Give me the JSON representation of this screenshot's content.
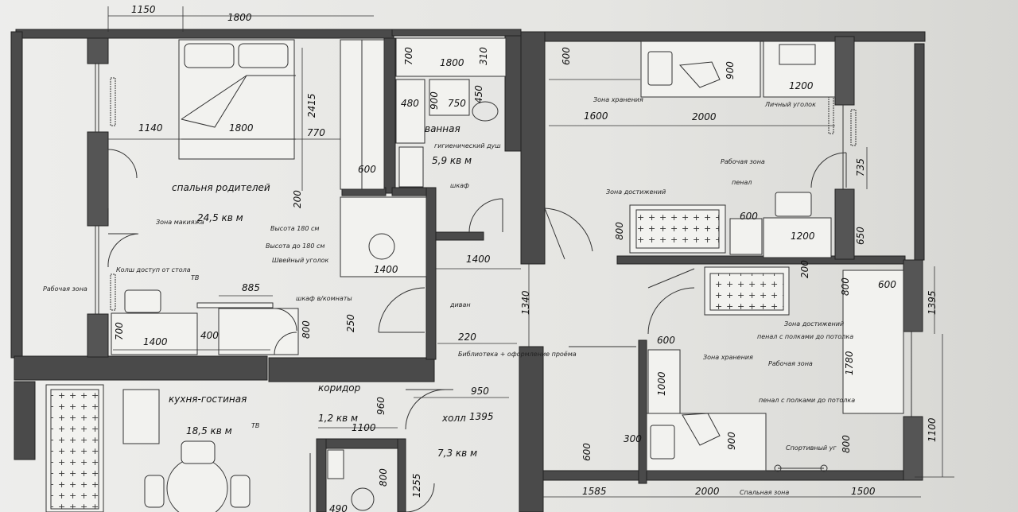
{
  "rooms": {
    "parents_bedroom": {
      "name": "спальня родителей",
      "area": "24,5 кв м"
    },
    "bathroom": {
      "name": "ванная",
      "area": "5,9 кв м"
    },
    "kitchen_living": {
      "name": "кухня-гостиная",
      "area": "18,5 кв м"
    },
    "corridor": {
      "name": "коридор",
      "area": "1,2 кв м"
    },
    "hall": {
      "name": "холл",
      "area": "7,3 кв м"
    }
  },
  "zones": {
    "storage_top": "Зона хранения",
    "desk_corner": "Личный уголок",
    "work_zone_right": "Рабочая зона",
    "cabinet": "пенал",
    "rest_zone": "Зона достижений",
    "makeup_zone": "Зона макияжа",
    "height_180": "Высота 180 см",
    "height_to_180": "Высота до 180 см",
    "shoe_corner": "Швейный уголок",
    "hygienic_shower": "гигиенический душ",
    "wardrobe": "шкаф",
    "sofa": "диван",
    "table_access": "Колш доступ от стола",
    "tv_left": "ТВ",
    "work_zone_left": "Рабочая зона",
    "wardrobe_hall": "шкаф в/комнаты",
    "library": "Библиотека + оформление проёма",
    "tv_kitchen": "ТВ",
    "rest_zone_lower": "Зона достижений",
    "cabinet_shelves_1": "пенал с полками до потолка",
    "work_zone_lower": "Рабочая зона",
    "storage_lower": "Зона хранения",
    "cabinet_shelves_2": "пенал с полками до потолка",
    "sport_corner": "Спортивный уг",
    "sleep_zone": "Спальная зона"
  },
  "dimensions": {
    "d1150": "1150",
    "d1800_top": "1800",
    "d700": "700",
    "d1800_bath": "1800",
    "d310": "310",
    "d480": "480",
    "d900_bath": "900",
    "d750": "750",
    "d450": "450",
    "d1140": "1140",
    "d1800_bed": "1800",
    "d2415": "2415",
    "d770": "770",
    "d600_a": "600",
    "d200_a": "200",
    "d1400_a": "1400",
    "d1400_b": "1400",
    "d885": "885",
    "d700_b": "700",
    "d1400_c": "1400",
    "d400": "400",
    "d800_a": "800",
    "d250": "250",
    "d220": "220",
    "d1340": "1340",
    "d600_tr": "600",
    "d900_tr": "900",
    "d1200_a": "1200",
    "d1600": "1600",
    "d2000_a": "2000",
    "d735": "735",
    "d800_b": "800",
    "d600_b": "600",
    "d1200_b": "1200",
    "d650": "650",
    "d200_b": "200",
    "d800_c": "800",
    "d600_c": "600",
    "d1395_a": "1395",
    "d600_d": "600",
    "d1000": "1000",
    "d1780": "1780",
    "d950": "950",
    "d960": "960",
    "d1100_a": "1100",
    "d1395_b": "1395",
    "d1100_b": "1100",
    "d600_e": "600",
    "d300": "300",
    "d900_b": "900",
    "d800_d": "800",
    "d800_e": "800",
    "d1255": "1255",
    "d1585": "1585",
    "d2000_b": "2000",
    "d1500": "1500",
    "d490": "490"
  }
}
